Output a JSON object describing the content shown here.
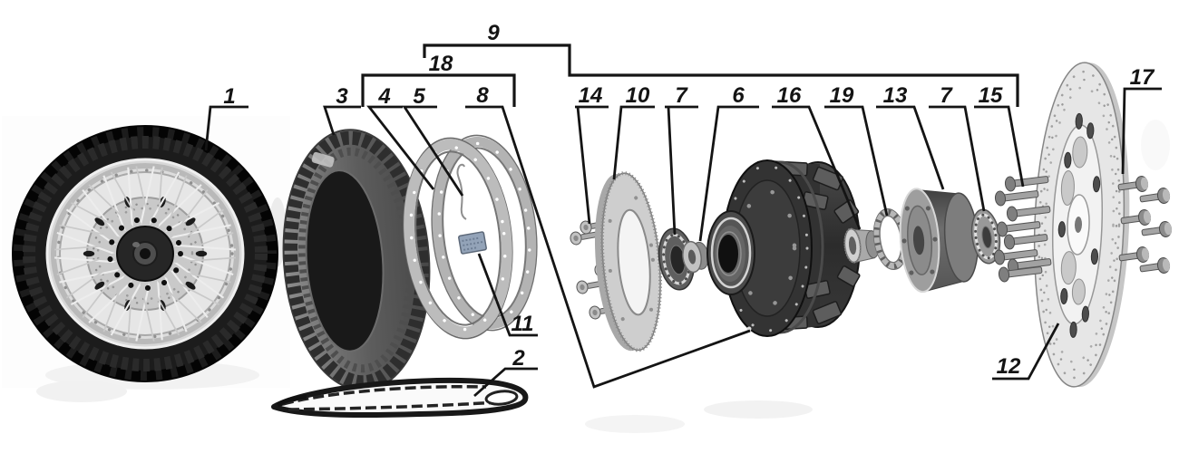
{
  "callouts": {
    "n1": "1",
    "n2": "2",
    "n3": "3",
    "n4": "4",
    "n5": "5",
    "n6": "6",
    "n7_left": "7",
    "n8": "8",
    "n9": "9",
    "n10": "10",
    "n11": "11",
    "n12": "12",
    "n13": "13",
    "n14": "14",
    "n15": "15",
    "n16": "16",
    "n17": "17",
    "n18": "18",
    "n19": "19",
    "n7_right": "7"
  },
  "colors": {
    "background": "#ffffff",
    "line_and_text": "#141414",
    "cad_light_gray": "#d9d9d9",
    "cad_mid_gray": "#9a9a9a",
    "cad_dark_gray": "#2f2f2f",
    "tire_black": "#1c1c1c",
    "rim_tag_blue": "#93a3b8"
  }
}
